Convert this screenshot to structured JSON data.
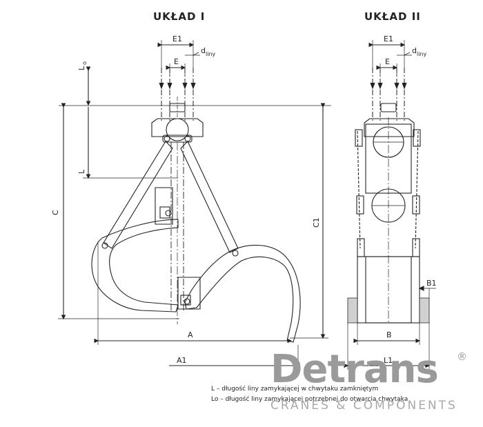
{
  "titles": {
    "uklad1": "UKŁAD I",
    "uklad2": "UKŁAD II"
  },
  "dimensions": {
    "E1": "E1",
    "E": "E",
    "d": "d",
    "liny": "liny",
    "Lo_a": "L",
    "Lo_b": "o",
    "L": "L",
    "C": "C",
    "C1": "C1",
    "A": "A",
    "A1": "A1",
    "B": "B",
    "B1": "B1",
    "L1": "L1"
  },
  "legend": {
    "line1": "L – długość liny zamykającej w chwytaku zamkniętym",
    "line2": "Lo – długość liny zamykającej potrzebnej do otwarcia chwytaka"
  },
  "brand": {
    "name": "Detrans",
    "registered": "®",
    "tagline": "CRANES & COMPONENTS"
  },
  "colors": {
    "line": "#222222",
    "brand": "#9a9a9a"
  }
}
